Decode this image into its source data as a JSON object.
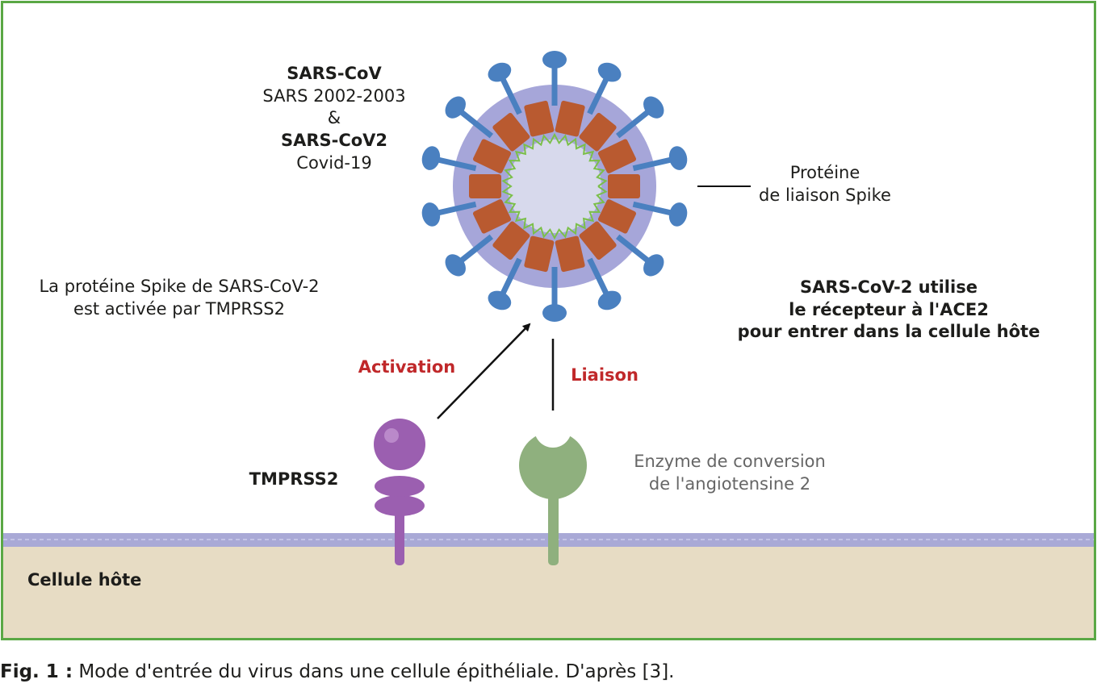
{
  "virus_label": {
    "name1": "SARS-CoV",
    "sub1": "SARS 2002-2003",
    "amp": "&",
    "name2": "SARS-CoV2",
    "sub2": "Covid-19"
  },
  "spike_label": {
    "line1": "Protéine",
    "line2": "de liaison Spike"
  },
  "tmprss2_note": {
    "line1": "La protéine Spike de SARS-CoV-2",
    "line2": "est activée par TMPRSS2"
  },
  "ace2_note": {
    "line1": "SARS-CoV-2 utilise",
    "line2": "le récepteur à l'ACE2",
    "line3": "pour entrer dans la cellule hôte"
  },
  "arrows": {
    "activation": "Activation",
    "liaison": "Liaison"
  },
  "tmprss2_name": "TMPRSS2",
  "enzyme_label": {
    "line1": "Enzyme de conversion",
    "line2": "de l'angiotensine 2"
  },
  "host_cell": "Cellule hôte",
  "caption": {
    "fig": "Fig. 1 :",
    "text": " Mode d'entrée du virus dans une cellule épithéliale. D'après [3]."
  },
  "colors": {
    "frame": "#5aa845",
    "spike": "#4a80c0",
    "capsid": "#b95a30",
    "envelope": "#a6a6d9",
    "core": "#d7d9ec",
    "rna": "#7bbf4a",
    "tmprss2": "#9b5fb0",
    "ace2": "#8fb07e",
    "host_cell": "#e7dcc4",
    "membrane": "#a9a9d6",
    "emphasis": "#c0282a"
  }
}
